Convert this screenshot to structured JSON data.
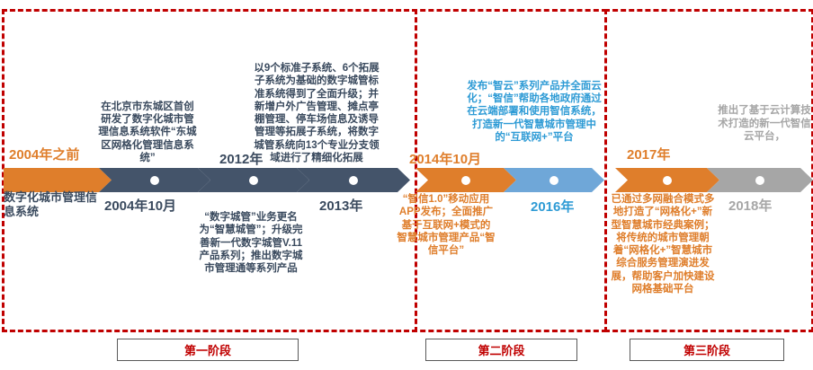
{
  "colors": {
    "orange": "#DF7E2B",
    "navy": "#44546A",
    "navy-text": "#3A4A5E",
    "blue": "#6FA7D8",
    "blue-text": "#2E9BD5",
    "gray": "#A6A6A6",
    "red": "#C00000"
  },
  "timeline": {
    "milestones": [
      {
        "date": "2004年之前",
        "note": "数字化城市管理信息系统"
      },
      {
        "date": "2004年10月",
        "note": "在北京市东城区首创研发了数字化城市管理信息系统软件“东城区网格化管理信息系统”"
      },
      {
        "date": "2012年",
        "note": "“数字城管”业务更名为“智慧城管”；升级完善新一代数字城管V.11产品系列；推出数字城市管理通等系列产品"
      },
      {
        "date": "2013年",
        "note": "以9个标准子系统、6个拓展子系统为基础的数字城管标准系统得到了全面升级；并新增户外广告管理、摊点亭棚管理、停车场信息及诱导管理等拓展子系统，将数字城管系统向13个专业分支领域进行了精细化拓展"
      },
      {
        "date": "2014年10月",
        "note": "“智信1.0”移动应用APP发布；全面推广基于互联网+模式的智慧城市管理产品“智信平台”"
      },
      {
        "date": "2016年",
        "note": "发布“智云”系列产品并全面云化；“智信”帮助各地政府通过在云端部署和使用智信系统，打造新一代智慧城市管理中的“互联网+”平台"
      },
      {
        "date": "2017年",
        "note": "已通过多网融合模式多地打造了“网格化+”新型智慧城市经典案例；将传统的城市管理朝着“网格化+”智慧城市综合服务管理演进发展，帮助客户加快建设网格基础平台"
      },
      {
        "date": "2018年",
        "note": "推出了基于云计算技术打造的新一代智信云平台，"
      }
    ]
  },
  "phases": [
    {
      "label": "第一阶段"
    },
    {
      "label": "第二阶段"
    },
    {
      "label": "第三阶段"
    }
  ]
}
